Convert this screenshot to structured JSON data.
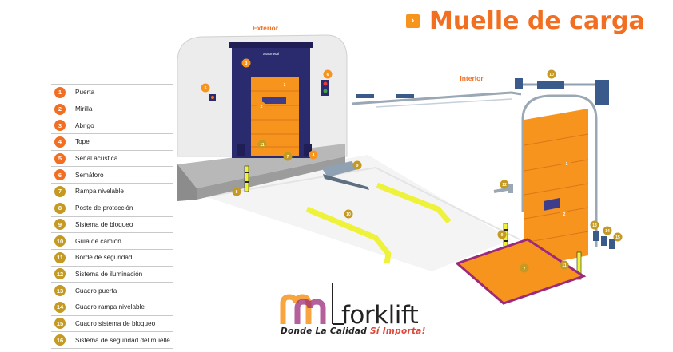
{
  "title": "Muelle de carga",
  "title_icon": "chevron-right-icon",
  "labels": {
    "exterior": "Exterior",
    "interior": "Interior",
    "brand_small": "arasmetal"
  },
  "legend": [
    {
      "num": "1",
      "label": "Puerta",
      "color": "#f26f21"
    },
    {
      "num": "2",
      "label": "Mirilla",
      "color": "#f26f21"
    },
    {
      "num": "3",
      "label": "Abrigo",
      "color": "#f26f21"
    },
    {
      "num": "4",
      "label": "Tope",
      "color": "#f26f21"
    },
    {
      "num": "5",
      "label": "Señal acústica",
      "color": "#f26f21"
    },
    {
      "num": "6",
      "label": "Semáforo",
      "color": "#f26f21"
    },
    {
      "num": "7",
      "label": "Rampa nivelable",
      "color": "#c49a22"
    },
    {
      "num": "8",
      "label": "Poste de protección",
      "color": "#c49a22"
    },
    {
      "num": "9",
      "label": "Sistema de bloqueo",
      "color": "#c49a22"
    },
    {
      "num": "10",
      "label": "Guía de camión",
      "color": "#c49a22"
    },
    {
      "num": "11",
      "label": "Borde de seguridad",
      "color": "#c49a22"
    },
    {
      "num": "12",
      "label": "Sistema de iluminación",
      "color": "#c49a22"
    },
    {
      "num": "13",
      "label": "Cuadro puerta",
      "color": "#c49a22"
    },
    {
      "num": "14",
      "label": "Cuadro rampa nivelable",
      "color": "#c49a22"
    },
    {
      "num": "15",
      "label": "Cuadro sistema de bloqueo",
      "color": "#c49a22"
    },
    {
      "num": "16",
      "label": "Sistema de seguridad del muelle",
      "color": "#c49a22"
    }
  ],
  "logo": {
    "brand": "forklift",
    "tagline_main": "Donde La Calidad ",
    "tagline_accent": "Sí Importa!"
  },
  "colors": {
    "orange": "#f26f21",
    "navy": "#2a2a6e",
    "gold": "#c49a22",
    "yellow": "#eef23a",
    "magenta": "#9c2a7a"
  }
}
